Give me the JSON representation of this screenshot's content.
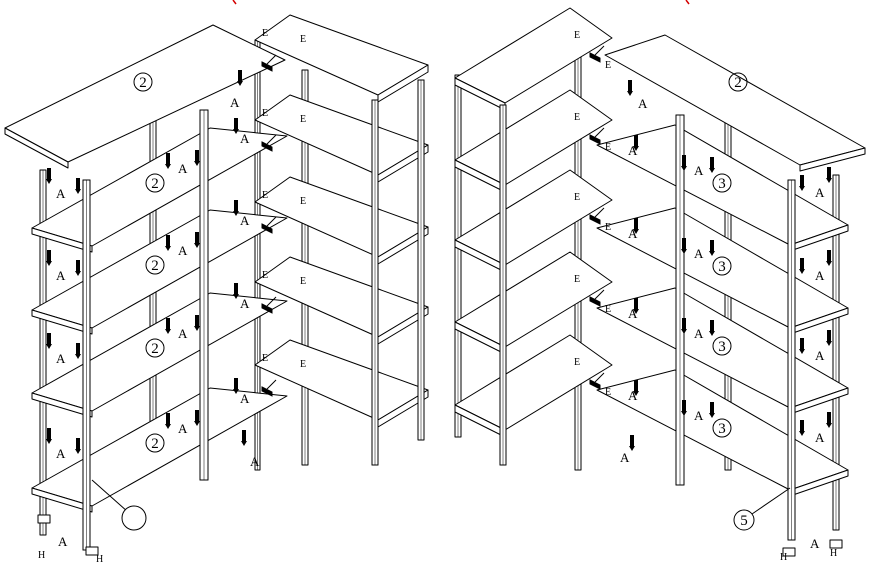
{
  "labels": {
    "fastener_a": "A",
    "fastener_e": "E",
    "fastener_h": "H",
    "part_top_shelf": "2",
    "part_shelf_left": "2",
    "part_shelf_right": "3",
    "part_side_frame": "5"
  },
  "colors": {
    "line": "#000000",
    "background": "#ffffff",
    "accent_mark": "#d40000"
  }
}
